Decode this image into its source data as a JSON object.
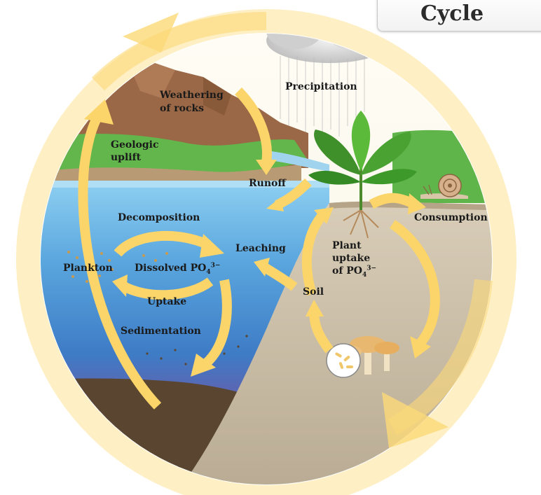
{
  "title": "Cycle",
  "labels": {
    "weathering": "Weathering",
    "of_rocks": "of rocks",
    "precipitation": "Precipitation",
    "geologic": "Geologic",
    "uplift": "uplift",
    "runoff": "Runoff",
    "decomposition": "Decomposition",
    "consumption": "Consumption",
    "leaching": "Leaching",
    "plant": "Plant",
    "uptake_word": "uptake",
    "of_po4": "of PO",
    "po4_sub": "4",
    "po4_sup": "3−",
    "plankton": "Plankton",
    "dissolved": "Dissolved PO",
    "dissolved_sub": "4",
    "dissolved_sup": "3−",
    "uptake": "Uptake",
    "soil": "Soil",
    "sedimentation": "Sedimentation"
  },
  "colors": {
    "arrow": "#fbd56a",
    "outer_ring": "#fde9a8",
    "water_top": "#7fc3ea",
    "water_deep": "#3f7fc4",
    "mountain": "#9c6a48",
    "grass": "#5fb44a",
    "soil": "#c9bba3"
  }
}
